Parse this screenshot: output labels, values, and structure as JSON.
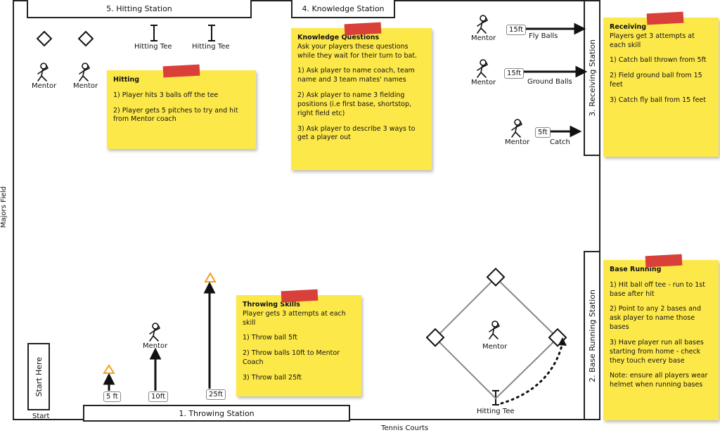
{
  "edges": {
    "left": "Majors Field",
    "bottom": "Tennis Courts"
  },
  "stations": {
    "throwing": "1. Throwing Station",
    "base_running": "2. Base Running Station",
    "receiving": "3. Receiving Station",
    "knowledge": "4. Knowledge Station",
    "hitting": "5. Hitting Station",
    "start_here": "Start Here",
    "start": "Start"
  },
  "labels": {
    "hitting_tee": "Hitting Tee",
    "mentor": "Mentor",
    "fly_balls": "Fly Balls",
    "ground_balls": "Ground Balls",
    "catch": "Catch",
    "d15ft": "15ft",
    "d5ft": "5ft",
    "d5_ft": "5 ft",
    "d10ft": "10ft",
    "d25ft": "25ft"
  },
  "notes": {
    "hitting": {
      "title": "Hitting",
      "items": [
        "1) Player hits 3 balls off the tee",
        "2) Player gets 5 pitches to try and hit from Mentor coach"
      ]
    },
    "knowledge": {
      "title": "Knowledge Questions",
      "intro": "Ask your players these questions while they wait for their turn to bat.",
      "items": [
        "1) Ask player to name coach, team name and 3 team mates' names",
        "2) Ask player to name 3 fielding positions (i.e first base, shortstop, right field etc)",
        "3) Ask player to describe 3 ways to get a player out"
      ]
    },
    "receiving": {
      "title": "Receiving",
      "intro": "Players get 3 attempts at each skill",
      "items": [
        "1) Catch ball thrown from 5ft",
        "2) Field ground ball from 15 feet",
        "3) Catch fly ball from 15 feet"
      ]
    },
    "throwing": {
      "title": "Throwing Skills",
      "intro": "Player gets 3 attempts at each skill",
      "items": [
        "1) Throw ball 5ft",
        "2) Throw balls 10ft to Mentor Coach",
        "3) Throw ball 25ft"
      ]
    },
    "base_running": {
      "title": "Base Running",
      "items": [
        "1) Hit ball off tee - run to 1st base after hit",
        "2) Point to any 2 bases and ask player to name those bases",
        "3) Have player run all bases starting from home - check they touch every base",
        "Note: ensure all players wear helmet when running bases"
      ]
    }
  },
  "colors": {
    "note": "#fde84a",
    "tape": "#d9403a",
    "cone": "#f0a020"
  }
}
